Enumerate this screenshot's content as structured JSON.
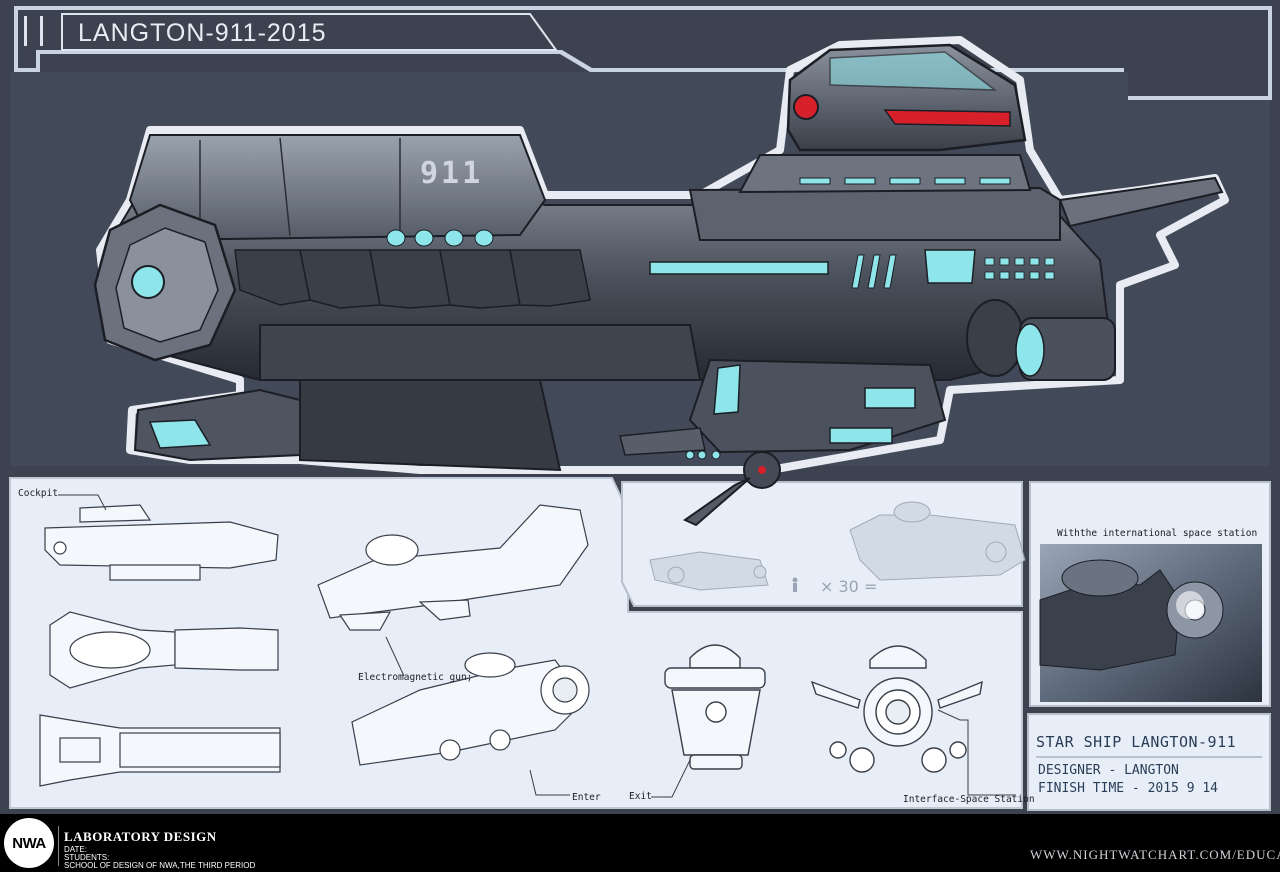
{
  "sheet": {
    "title": "LANGTON-911-2015",
    "hull_number": "911"
  },
  "callouts": {
    "cockpit": "Cockpit",
    "electromagnetic_gun": "Electromagnetic gun;",
    "enter": "Enter",
    "exit": "Exit",
    "interface": "Interface-Space Station",
    "iss": "Withthe international space station"
  },
  "scale": {
    "multiplier": "× 30 ="
  },
  "info_box": {
    "name": "STAR SHIP LANGTON-911",
    "designer": "DESIGNER - LANGTON",
    "finish": "FINISH TIME - 2015 9 14"
  },
  "footer": {
    "logo": "NWA",
    "lab": "LABORATORY DESIGN",
    "date_label": "DATE:",
    "students_label": "STUDENTS:",
    "school": "SCHOOL OF DESIGN OF NWA,THE THIRD PERIOD",
    "url": "WWW.NIGHTWATCHART.COM/EDUCATION"
  },
  "colors": {
    "frame": "#3c4250",
    "panel": "#e7eef8",
    "glow": "#8fe6ea",
    "hull": "#4a505b",
    "accent_red": "#d8202a"
  }
}
